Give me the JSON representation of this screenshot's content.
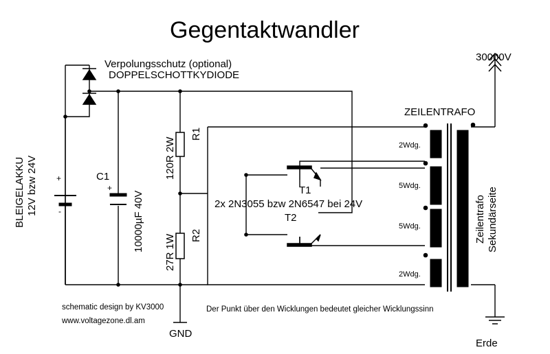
{
  "title": "Gegentaktwandler",
  "labels": {
    "protection_line1": "Verpolungsschutz (optional)",
    "protection_line2": "DOPPELSCHOTTKYDIODE",
    "battery_line1": "BLEIGELAKKU",
    "battery_line2": "12V bzw 24V",
    "battery_plus": "+",
    "battery_minus": "-",
    "cap_name": "C1",
    "cap_plus": "+",
    "cap_value": "10000µF 40V",
    "r1_value": "120R 2W",
    "r1_name": "R1",
    "r2_value": "27R 1W",
    "r2_name": "R2",
    "transistor_note": "2x 2N3055 bzw 2N6547 bei 24V",
    "t1": "T1",
    "t2": "T2",
    "transformer": "ZEILENTRAFO",
    "output_voltage": "30000V",
    "secondary_line1": "Zeilentrafo",
    "secondary_line2": "Sekundärseite",
    "winding1": "2Wdg.",
    "winding2": "5Wdg.",
    "winding3": "5Wdg.",
    "winding4": "2Wdg.",
    "credit": "schematic design by KV3000",
    "website": "www.voltagezone.dl.am",
    "dot_note": "Der Punkt über den Wicklungen bedeutet gleicher Wicklungssinn",
    "gnd": "GND",
    "earth": "Erde"
  }
}
